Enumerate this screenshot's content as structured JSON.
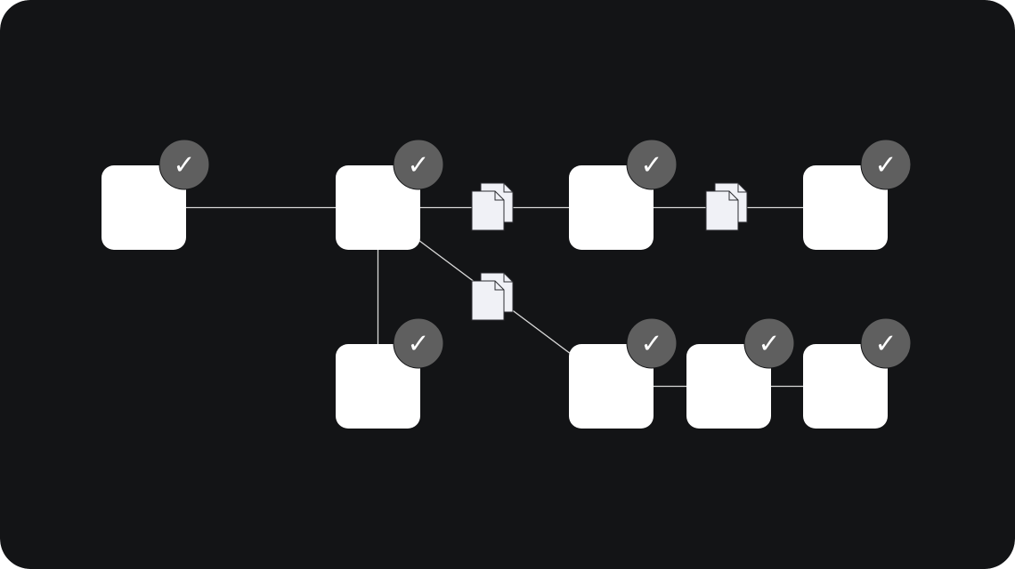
{
  "theme": {
    "background": "#131416",
    "node_fill": "#ffffff",
    "edge_color": "#d9d9d9",
    "badge_fill": "#5f5f5f",
    "badge_glyph_color": "#ffffff",
    "document_fill": "#f0f1f6",
    "document_stroke": "#2c2d31"
  },
  "badge_glyph": "✓",
  "badge_icon": "checkmark-icon",
  "document_icon": "documents-icon",
  "nodes": [
    {
      "id": "n1",
      "status": "complete"
    },
    {
      "id": "n2",
      "status": "complete"
    },
    {
      "id": "n3",
      "status": "complete"
    },
    {
      "id": "n4",
      "status": "complete"
    },
    {
      "id": "n5",
      "status": "complete"
    },
    {
      "id": "n6",
      "status": "complete"
    },
    {
      "id": "n7",
      "status": "complete"
    },
    {
      "id": "n8",
      "status": "complete"
    }
  ],
  "edges": [
    {
      "from": "n1",
      "to": "n2",
      "artifact": false
    },
    {
      "from": "n2",
      "to": "n3",
      "artifact": true
    },
    {
      "from": "n3",
      "to": "n4",
      "artifact": true
    },
    {
      "from": "n2",
      "to": "n5",
      "artifact": false
    },
    {
      "from": "n2",
      "to": "n6",
      "artifact": true
    },
    {
      "from": "n6",
      "to": "n7",
      "artifact": false
    },
    {
      "from": "n7",
      "to": "n8",
      "artifact": false
    }
  ]
}
